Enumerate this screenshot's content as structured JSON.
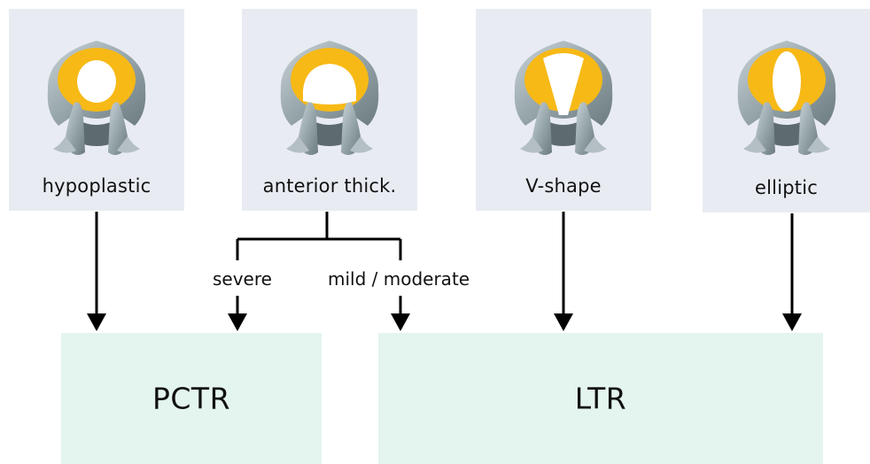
{
  "types": [
    {
      "id": "hypoplastic",
      "label": "hypoplastic",
      "opening": "circle"
    },
    {
      "id": "anterior",
      "label": "anterior thick.",
      "opening": "posterior-gap"
    },
    {
      "id": "vshape",
      "label": "V-shape",
      "opening": "v"
    },
    {
      "id": "elliptic",
      "label": "elliptic",
      "opening": "ellipse"
    }
  ],
  "branches": {
    "severe": "severe",
    "mild_moderate": "mild / moderate"
  },
  "outcomes": {
    "pctr": "PCTR",
    "ltr": "LTR"
  },
  "colors": {
    "card_bg": "#e8ecf2",
    "outcome_bg": "#e4f4ee",
    "cartilage_yellow": "#f7b916",
    "tissue_gray": "#8f9ea3",
    "arrow": "#000000"
  }
}
